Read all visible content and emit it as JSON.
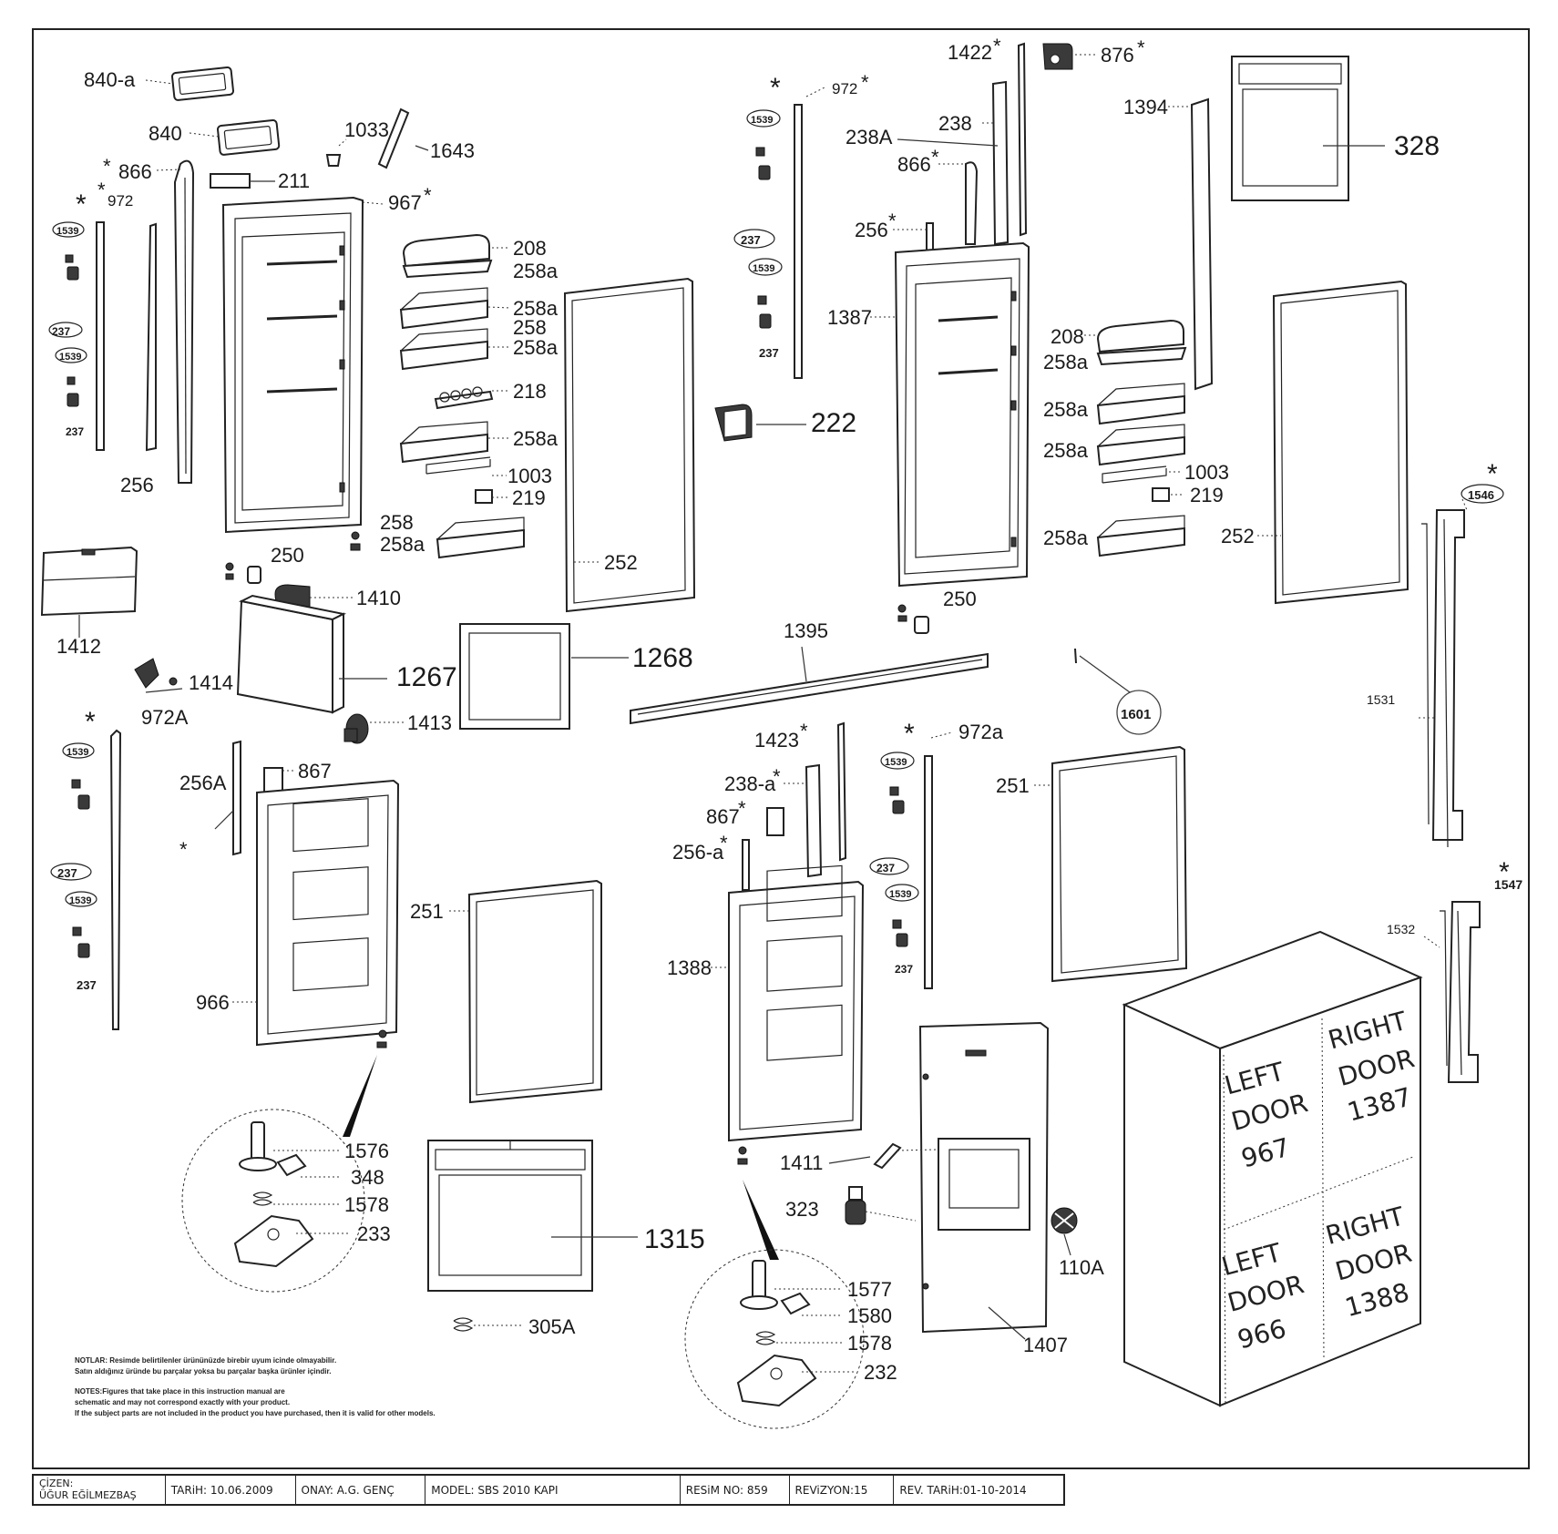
{
  "callouts": {
    "c840a": "840-a",
    "c840": "840",
    "c1033": "1033",
    "c1643": "1643",
    "c866": "866",
    "c211": "211",
    "c967": "967",
    "c972": "972",
    "c1539": "1539",
    "c237": "237",
    "c256": "256",
    "c250": "250",
    "c208": "208",
    "c258a": "258a",
    "c258": "258",
    "c218": "218",
    "c1003": "1003",
    "c219": "219",
    "c252": "252",
    "c1412": "1412",
    "c1410": "1410",
    "c1267": "1267",
    "c1414": "1414",
    "c1268": "1268",
    "c1413": "1413",
    "c972A": "972A",
    "c256A": "256A",
    "c867": "867",
    "c966": "966",
    "c251": "251",
    "c1576": "1576",
    "c348": "348",
    "c1578": "1578",
    "c233": "233",
    "c1315": "1315",
    "c305A": "305A",
    "c972r": "972",
    "c222": "222",
    "c1422": "1422",
    "c876": "876",
    "c238": "238",
    "c238A": "238A",
    "c256r": "256",
    "c1387": "1387",
    "c1394": "1394",
    "c328": "328",
    "c1395": "1395",
    "c1601": "1601",
    "c1546": "1546",
    "c1531": "1531",
    "c1423": "1423",
    "c238a": "238-a",
    "c256a": "256-a",
    "c1388": "1388",
    "c972ra": "972a",
    "c1547": "1547",
    "c1532": "1532",
    "c1411": "1411",
    "c323": "323",
    "c110A": "110A",
    "c1407": "1407",
    "c1577": "1577",
    "c1580": "1580",
    "c232": "232",
    "star": "*"
  },
  "cabinet": {
    "left_top": [
      "LEFT",
      "DOOR",
      "967"
    ],
    "right_top": [
      "RIGHT",
      "DOOR",
      "1387"
    ],
    "left_bottom": [
      "LEFT",
      "DOOR",
      "966"
    ],
    "right_bottom": [
      "RIGHT",
      "DOOR",
      "1388"
    ]
  },
  "notes": {
    "tr1": "NOTLAR: Resimde belirtilenler ürününüzde birebir  uyum icinde olmayabilir.",
    "tr2": "Satın aldığınız üründe bu parçalar yoksa bu parçalar başka ürünler içindir.",
    "en1": "NOTES:Figures that take place in this instruction manual are",
    "en2": "schematic  and may not correspond exactly with your product.",
    "en3": "If the subject parts are not included in the product you have purchased, then it is valid for other models."
  },
  "titleblock": {
    "drawn_label": "ÇİZEN:",
    "drawn_name": "ÜĞUR EĞİLMEZBAŞ",
    "date": "TARiH: 10.06.2009",
    "approved": "ONAY:  A.G. GENÇ",
    "model": "MODEL: SBS 2010 KAPI",
    "drawing_no": "RESiM NO: 859",
    "revision": "REViZYON:15",
    "rev_date": "REV. TARiH:01-10-2014"
  }
}
